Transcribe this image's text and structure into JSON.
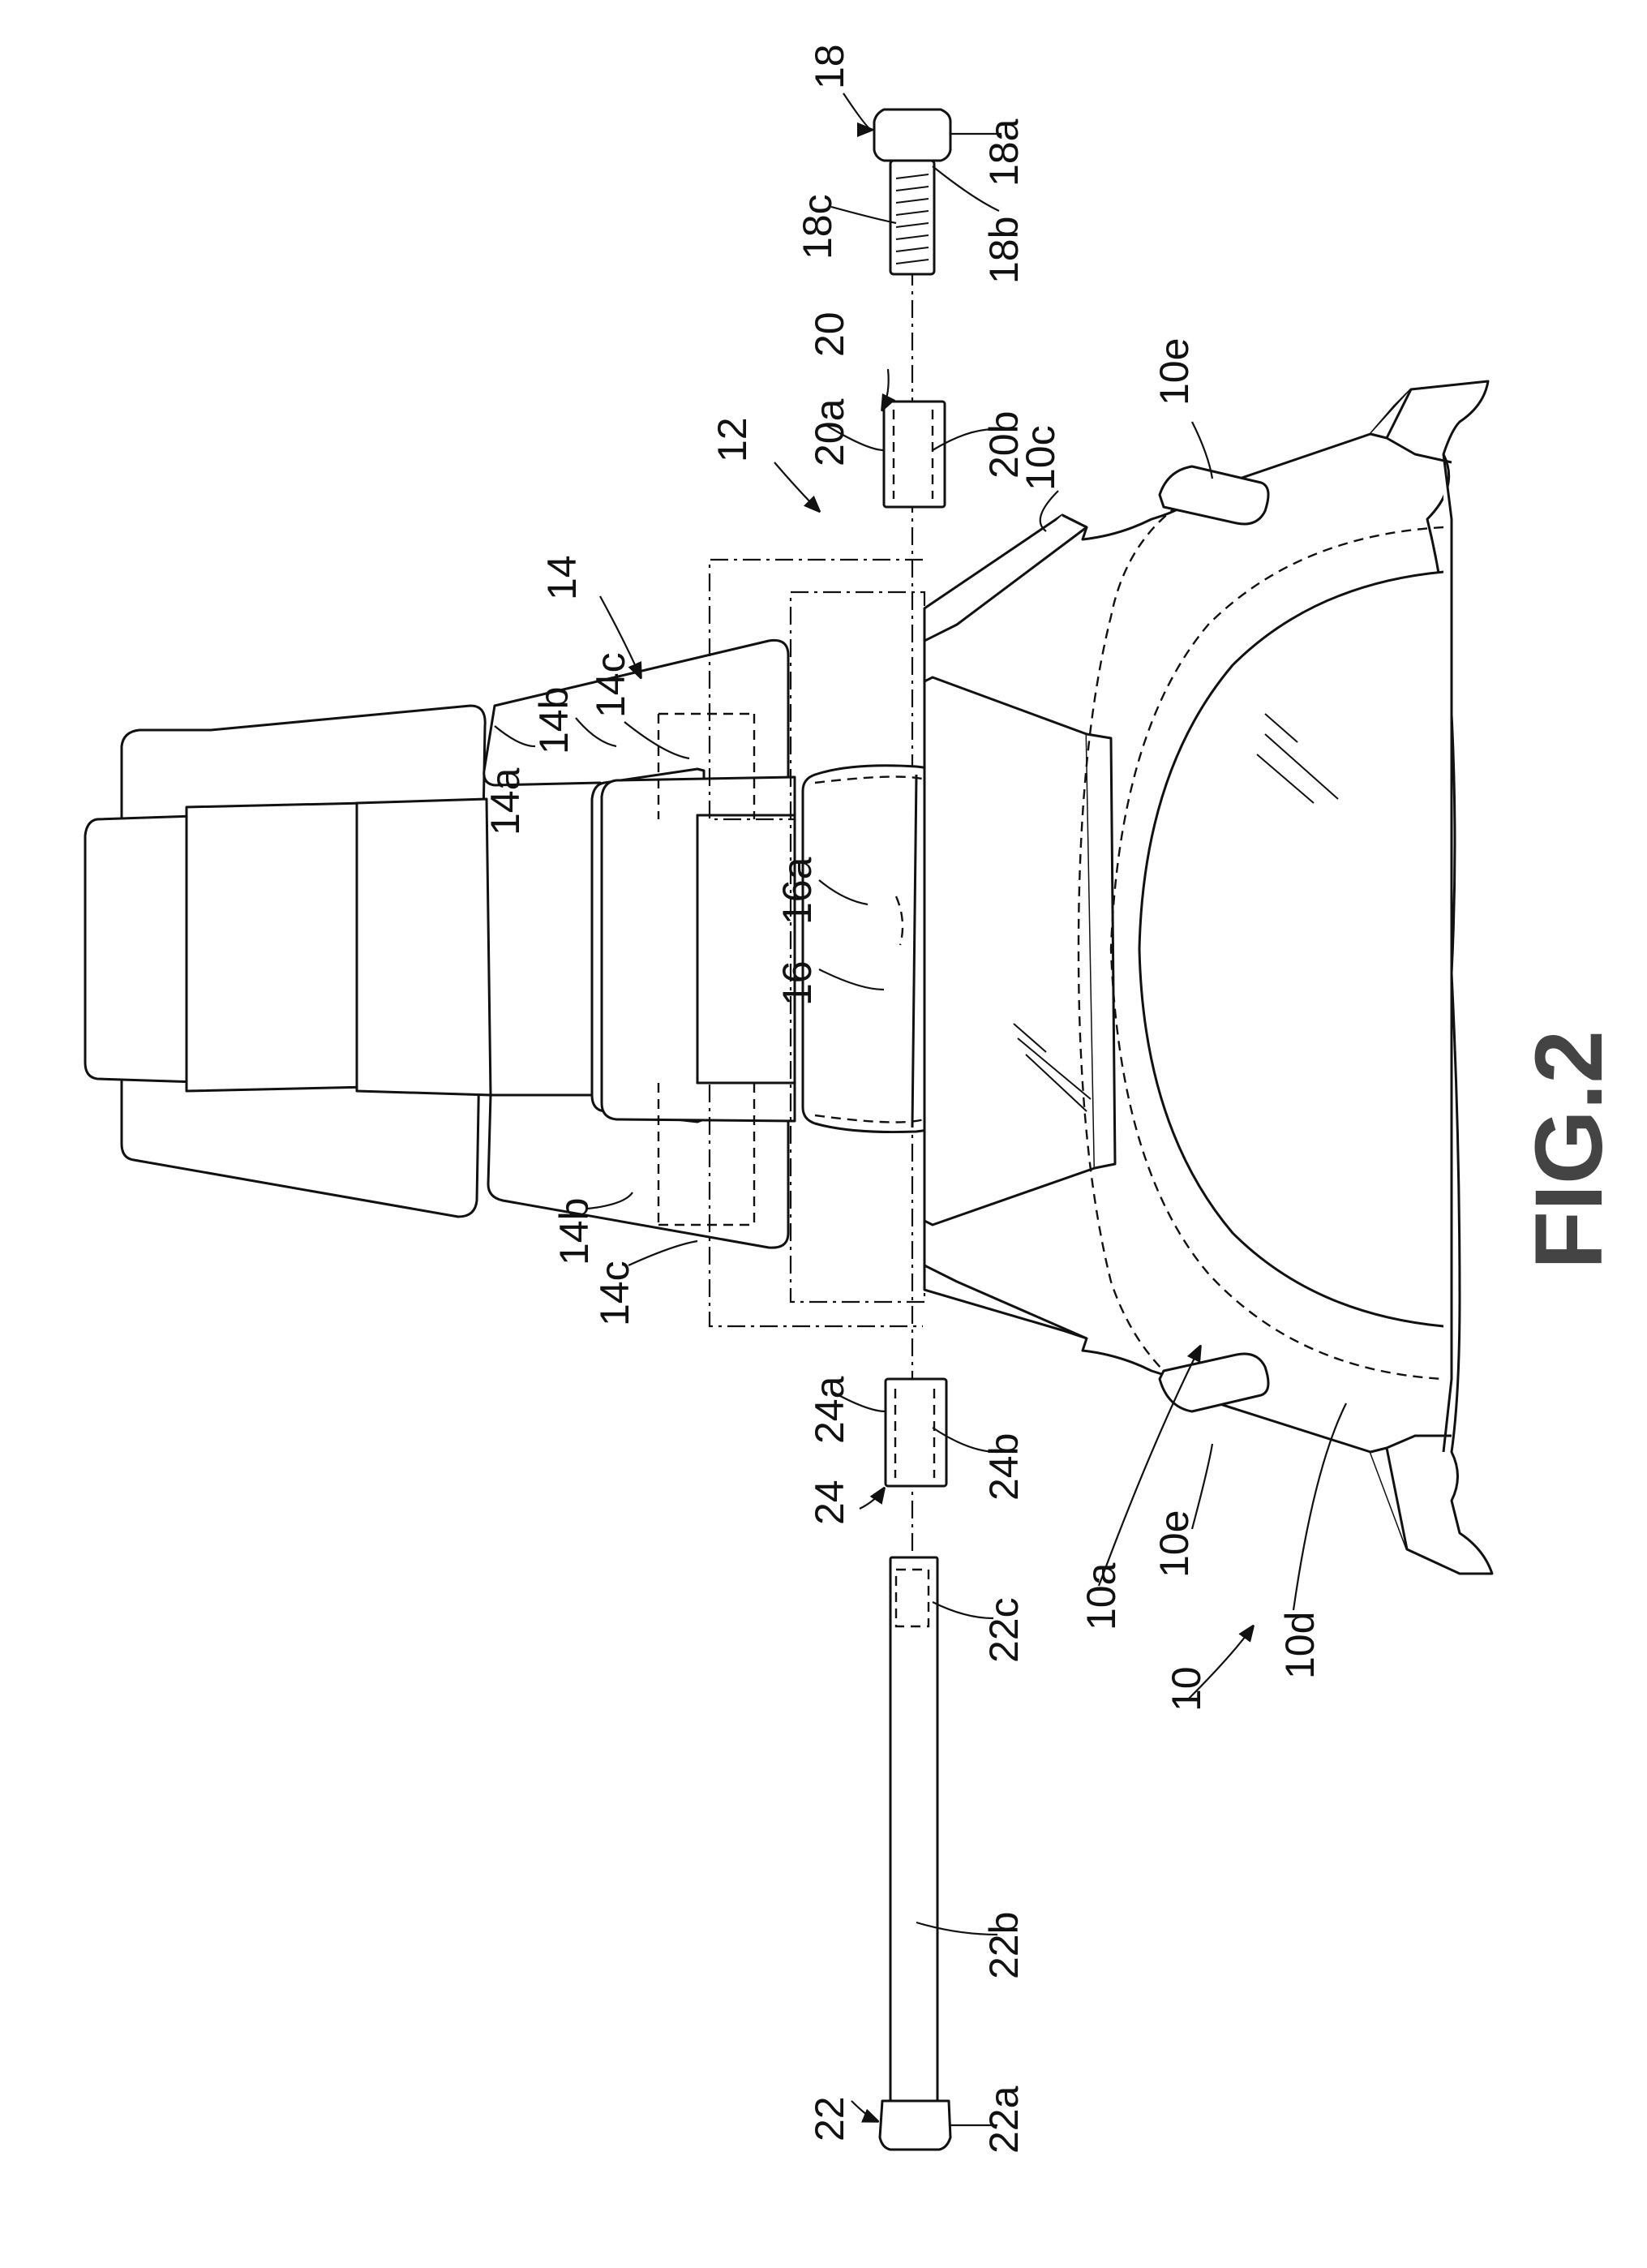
{
  "figure": {
    "title": "FIG.2"
  },
  "reference_numerals": {
    "watch_case": "10",
    "case_recess": "10a",
    "case_lug_edge": "10c",
    "crystal": "10d",
    "button_right": "10e",
    "button_left": "10e",
    "connection": "12",
    "band": "14",
    "center_link": "14a",
    "side_link_upper": "14b",
    "side_link_lower": "14b",
    "link_hole_upper": "14c",
    "link_hole_lower": "14c",
    "adapter": "16",
    "adapter_hole": "16a",
    "screw": "18",
    "screw_head": "18a",
    "screw_neck": "18b",
    "screw_thread": "18c",
    "collar_upper": "20",
    "collar_upper_body": "20a",
    "collar_upper_bore": "20b",
    "shaft": "22",
    "shaft_head": "22a",
    "shaft_body": "22b",
    "shaft_female_thread": "22c",
    "collar_lower": "24",
    "collar_lower_body": "24a",
    "collar_lower_bore": "24b"
  }
}
